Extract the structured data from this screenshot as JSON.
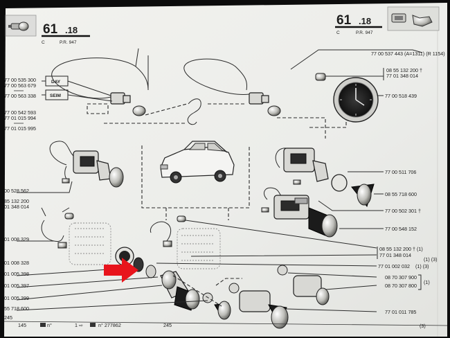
{
  "header_left": {
    "section": "61",
    "sub": ".18",
    "code": "C",
    "pr": "P.R. 947"
  },
  "header_right": {
    "section": "61",
    "sub": ".18",
    "code": "C",
    "pr": "P.R. 947"
  },
  "left_labels": {
    "l1": "77 00 535 300",
    "l2": "77 00 563 679",
    "l3": "77 00 563 338",
    "l4": "77 00 542 593",
    "l5": "77 01 015 994",
    "l6": "77 01 015 995",
    "l7": "00 528 562",
    "l8": "85 132 200",
    "l9": "01 348 014",
    "l10": "01 008 329",
    "l11": "01 008 328",
    "l12": "01 005 398",
    "l13": "01 005 397",
    "l14": "01 005 399",
    "l15": "55 718 600",
    "l16": "245"
  },
  "tags": {
    "day": "DAY",
    "seim": "SEIM"
  },
  "right_labels": {
    "r1": "77 00 537 443 (A=1311) (R 1154)",
    "r2": "08 55 132 200 †",
    "r3": "77 01 348 014",
    "r4": "77 00 518 439",
    "r5": "77 00 511 706",
    "r6": "08 55 718 600",
    "r7": "77 00 502 301 †",
    "r8": "77 00 548 152",
    "r9": "08 55 132 200 † (1)",
    "r10": "77 01 348 014",
    "r10b": "(1) (3)",
    "r11": "77 01 002 032",
    "r11b": "(1) (3)",
    "r12": "08 70 307 900",
    "r13": "08 70 307 800",
    "r12b": "(1)",
    "r14": "77 01 011 785",
    "r14b": "(3)"
  },
  "footer": {
    "left": "145",
    "middle": "1 ⇨",
    "n": "n° 277862",
    "page": "245",
    "left_n": "n°"
  }
}
